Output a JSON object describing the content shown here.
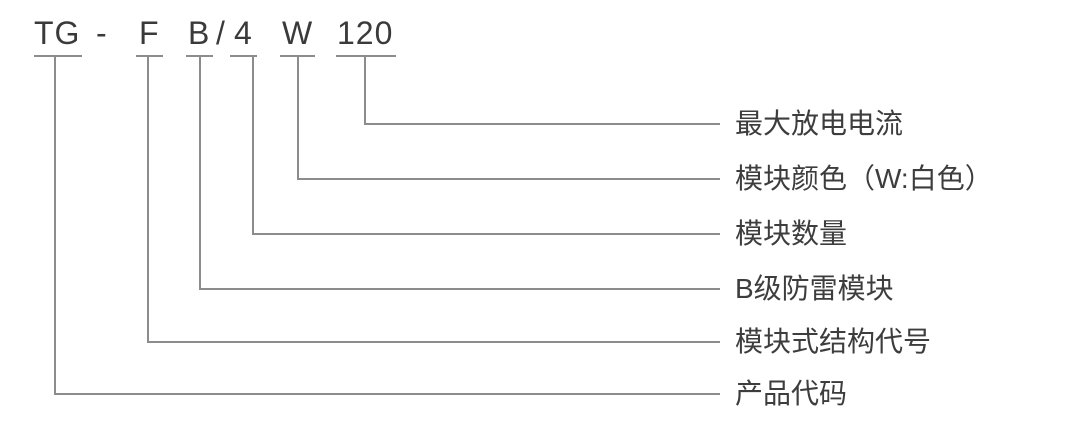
{
  "code": {
    "tg": "TG",
    "dash": "-",
    "f": "F",
    "b": "B",
    "slash": "/",
    "four": "4",
    "w": "W",
    "current": "120"
  },
  "labels": {
    "max_discharge_current": "最大放电电流",
    "module_color": "模块颜色（W:白色）",
    "module_count": "模块数量",
    "class_b_module": "B级防雷模块",
    "modular_structure_code": "模块式结构代号",
    "product_code": "产品代码"
  }
}
